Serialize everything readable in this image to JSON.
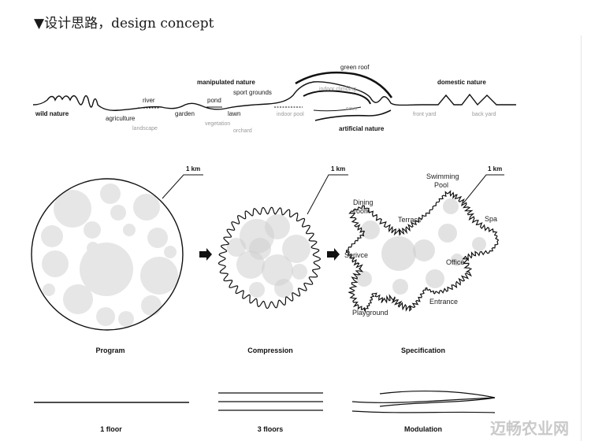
{
  "heading": "▼设计思路，design concept",
  "profile": {
    "bold": {
      "wild_nature": "wild nature",
      "manipulated_nature": "manipulated nature",
      "artificial_nature": "artificial nature",
      "domestic_nature": "domestic nature"
    },
    "dark": {
      "agriculture": "agriculture",
      "river": "river",
      "garden": "garden",
      "pond": "pond",
      "lawn": "lawn",
      "sport_grounds": "sport grounds",
      "green_roof": "green roof"
    },
    "grey": {
      "landscape": "landscape",
      "vegetation": "vegetation",
      "orchard": "orchard",
      "indoor_pool": "indoor pool",
      "indoor_climbing": "indoor climbing",
      "cave": "cave",
      "front_yard": "front yard",
      "back_yard": "back yard"
    }
  },
  "scale_label": "1 km",
  "captions": {
    "program": "Program",
    "compression": "Compression",
    "specification": "Specification",
    "one_floor": "1 floor",
    "three_floors": "3 floors",
    "modulation": "Modulation"
  },
  "spec_labels": {
    "dining_room_1": "Dining",
    "dining_room_2": "room",
    "terrace": "Terrace",
    "swimming_pool_1": "Swimming",
    "swimming_pool_2": "Pool",
    "spa": "Spa",
    "serivce": "Serivce",
    "office": "Office",
    "entrance": "Entrance",
    "playground": "Playground"
  },
  "watermark": "迈畅农业网"
}
